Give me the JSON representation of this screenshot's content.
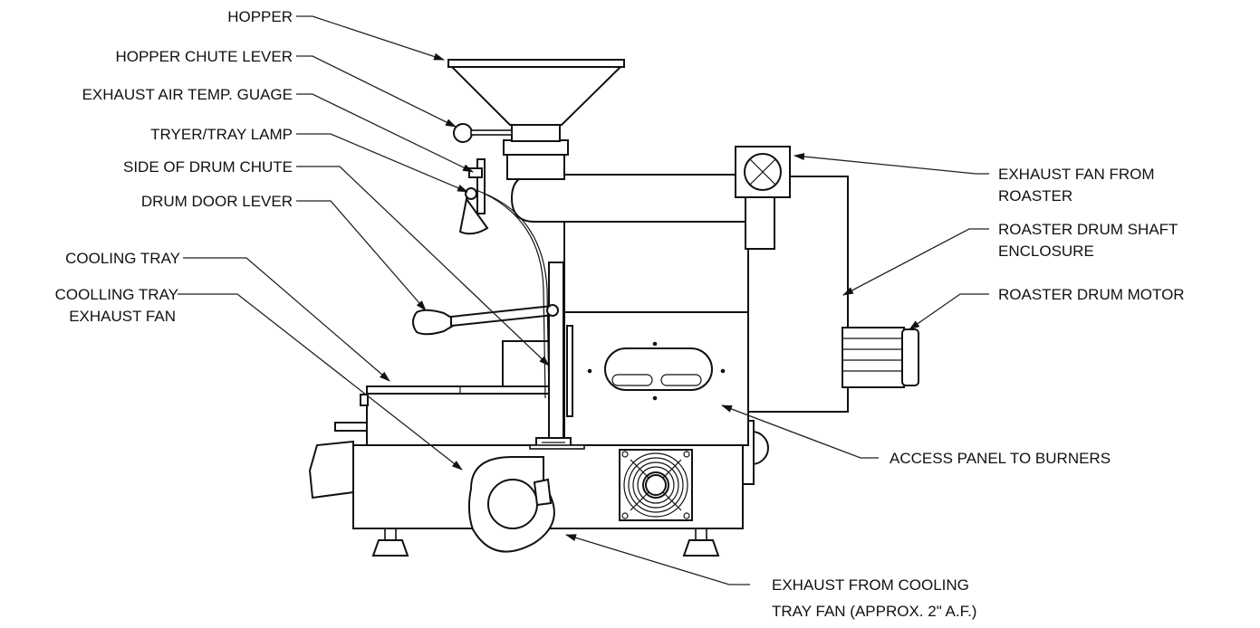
{
  "labels": {
    "hopper": "HOPPER",
    "hopper_chute_lever": "HOPPER CHUTE LEVER",
    "exhaust_air_temp_gauge": "EXHAUST AIR TEMP. GUAGE",
    "tryer_tray_lamp": "TRYER/TRAY LAMP",
    "side_of_drum_chute": "SIDE OF DRUM CHUTE",
    "drum_door_lever": "DRUM DOOR LEVER",
    "cooling_tray": "COOLING TRAY",
    "cooling_tray_exhaust_fan_line1": "COOLLING TRAY",
    "cooling_tray_exhaust_fan_line2": "EXHAUST FAN",
    "exhaust_fan_from_roaster_line1": "EXHAUST FAN FROM",
    "exhaust_fan_from_roaster_line2": "ROASTER",
    "roaster_drum_shaft_enclosure_line1": "ROASTER DRUM SHAFT",
    "roaster_drum_shaft_enclosure_line2": "ENCLOSURE",
    "roaster_drum_motor": "ROASTER DRUM MOTOR",
    "access_panel_to_burners": "ACCESS PANEL TO BURNERS",
    "exhaust_from_cooling_tray_fan_line1": "EXHAUST FROM COOLING",
    "exhaust_from_cooling_tray_fan_line2": "TRAY FAN (APPROX. 2\" A.F.)"
  },
  "colors": {
    "line": "#111111",
    "background": "#ffffff"
  }
}
